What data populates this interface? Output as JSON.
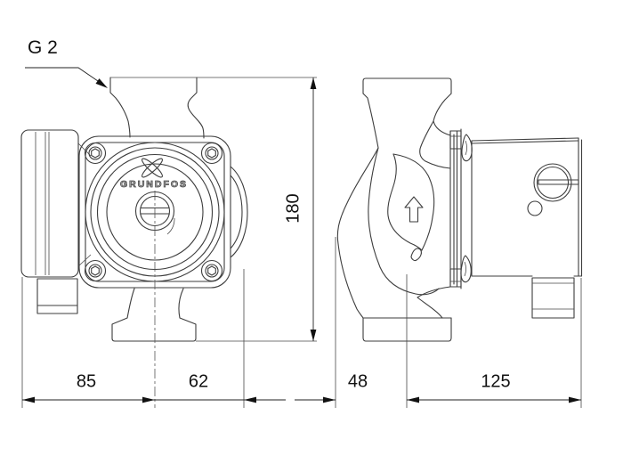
{
  "drawing": {
    "type": "pump-dimensional-drawing",
    "brand": "GRUNDFOS",
    "labels": {
      "connection": "G 2",
      "dim_height": "180",
      "dim_front_left": "85",
      "dim_front_right": "62",
      "dim_side_left": "48",
      "dim_side_right": "125"
    },
    "icons": {
      "flow_arrow": "up-arrow",
      "logo": "grundfos-x-mark",
      "leader": "filled-arrowhead"
    },
    "colors": {
      "line": "#3d3d3d",
      "dimension": "#111111",
      "background": "#ffffff"
    }
  }
}
